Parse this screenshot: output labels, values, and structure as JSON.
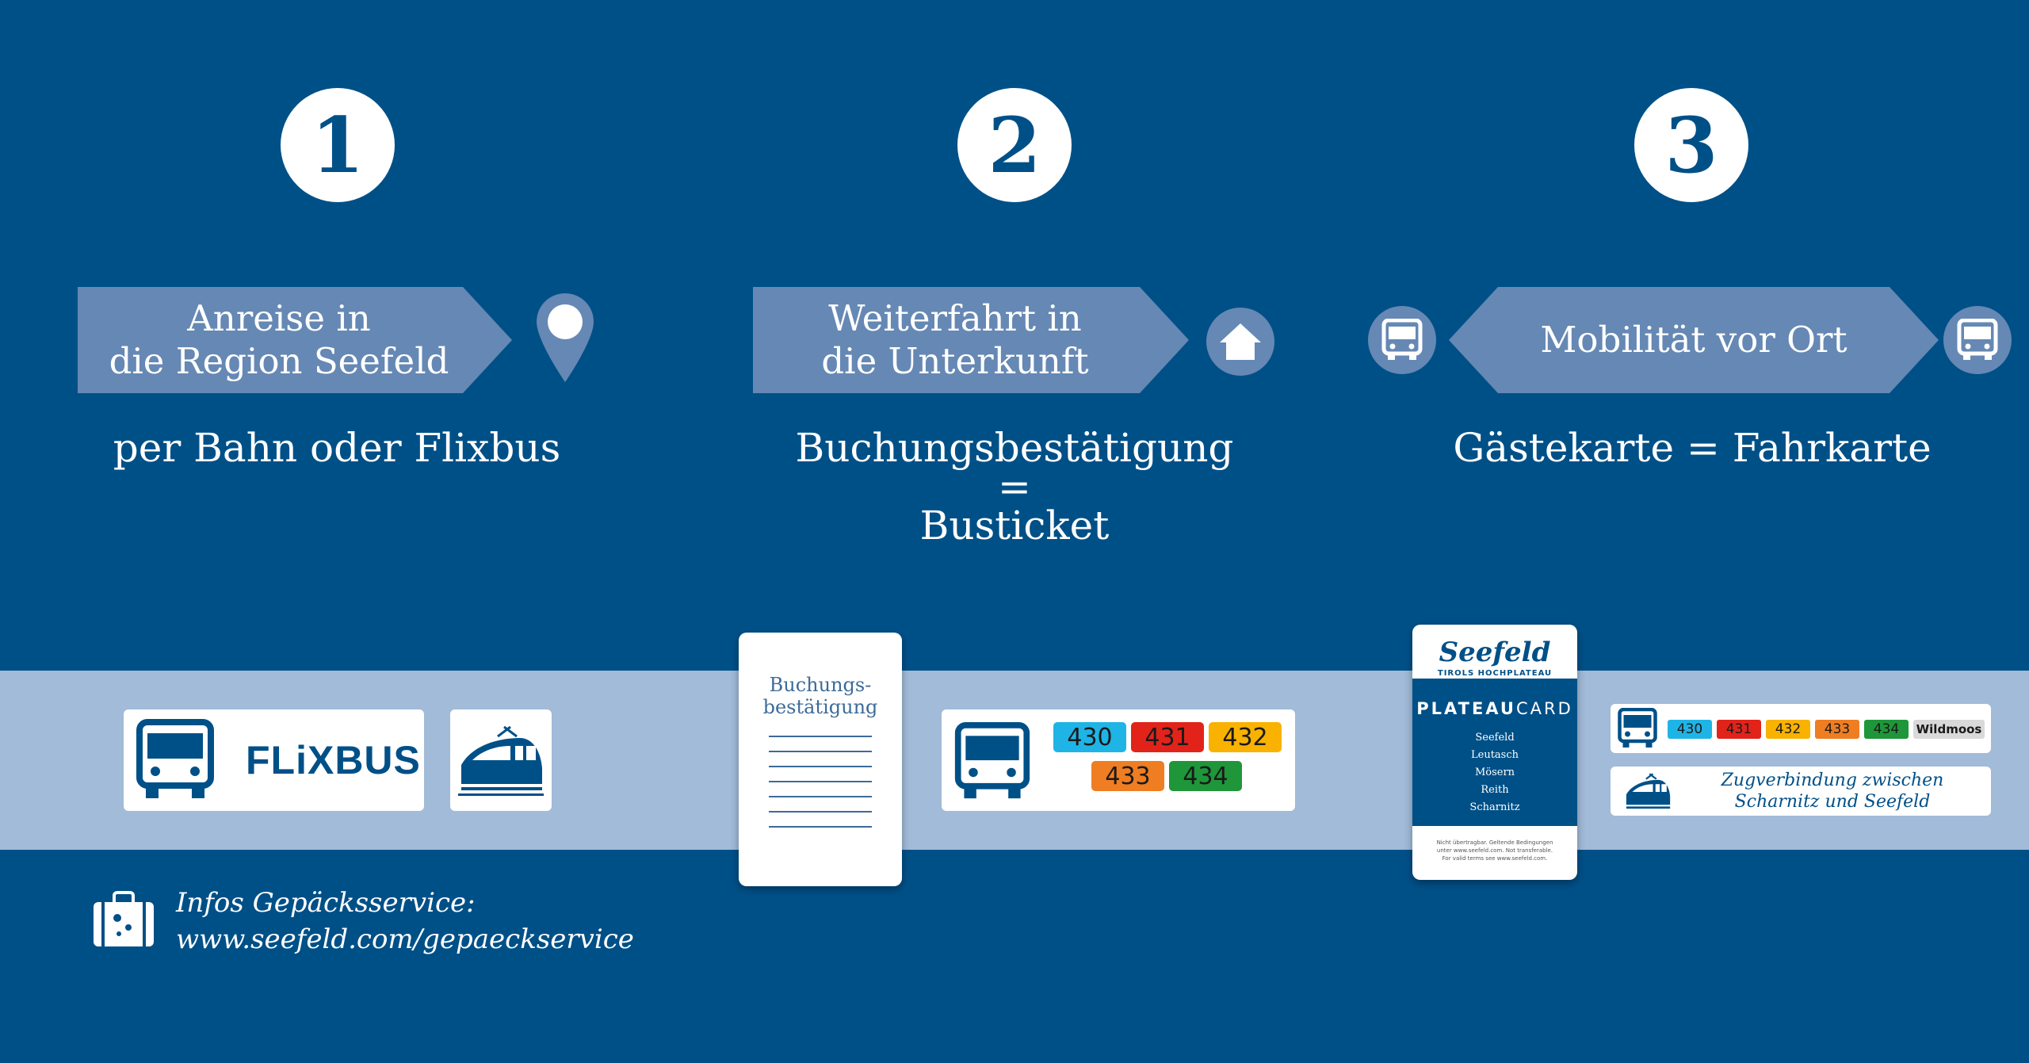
{
  "steps": [
    {
      "number": "1",
      "arrow_line1": "Anreise in",
      "arrow_line2": "die Region Seefeld",
      "subtext": "per Bahn oder Flixbus"
    },
    {
      "number": "2",
      "arrow_line1": "Weiterfahrt in",
      "arrow_line2": "die Unterkunft",
      "subtext_line1": "Buchungsbestätigung",
      "subtext_line2": "=",
      "subtext_line3": "Busticket"
    },
    {
      "number": "3",
      "arrow_label": "Mobilität vor Ort",
      "subtext": "Gästekarte =  Fahrkarte"
    }
  ],
  "flixbus": {
    "logo_text": "FLiXBUS"
  },
  "booking_doc": {
    "line1": "Buchungs-",
    "line2": "bestätigung"
  },
  "bus_lines": [
    "430",
    "431",
    "432",
    "433",
    "434"
  ],
  "bus_line_colors": {
    "430": "#1fb4e6",
    "431": "#e2231a",
    "432": "#f9b200",
    "433": "#ef7d22",
    "434": "#1e9639"
  },
  "plateau_card": {
    "brand": "Seefeld",
    "brand_sub": "TIROLS HOCHPLATEAU",
    "title_a": "PLATEAU",
    "title_b": "CARD",
    "places": [
      "Seefeld",
      "Leutasch",
      "Mösern",
      "Reith",
      "Scharnitz"
    ],
    "fine_print_1": "Nicht übertragbar. Geltende Bedingungen",
    "fine_print_2": "unter www.seefeld.com. Not transferable.",
    "fine_print_3": "For valid terms see www.seefeld.com."
  },
  "wildmoos_label": "Wildmoos",
  "train_connection": {
    "line1": "Zugverbindung zwischen",
    "line2": "Scharnitz und Seefeld"
  },
  "luggage": {
    "line1": "Infos Gepäcksservice:",
    "line2": "www.seefeld.com/gepaeckservice"
  },
  "colors": {
    "background": "#005088",
    "band": "#a1bbd8",
    "arrow": "#6688b4"
  }
}
